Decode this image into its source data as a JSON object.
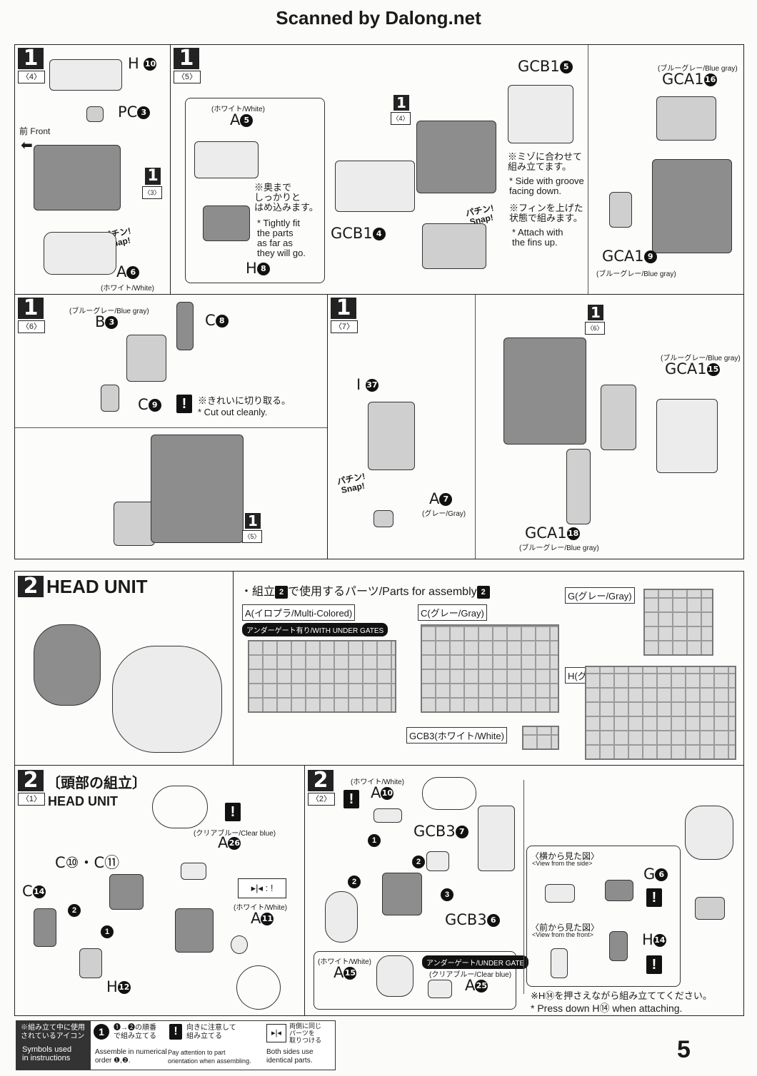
{
  "header": {
    "scan_credit": "Scanned by Dalong.net"
  },
  "page_number": "5",
  "snap": {
    "ja": "パチン!",
    "en": "Snap!"
  },
  "step1_4": {
    "step": "1",
    "sub": "〈4〉",
    "h10": "H",
    "pc3": "PC",
    "front_ja": "前",
    "front_en": "Front",
    "ref_step": "1",
    "ref_sub": "〈3〉",
    "a6": "A",
    "a6_color": "(ホワイト/White)"
  },
  "step1_5": {
    "step": "1",
    "sub": "〈5〉",
    "a5_color": "(ホワイト/White)",
    "a5": "A",
    "h8": "H",
    "note_ja": "※奥まで\nしっかりと\nはめ込みます。",
    "note_en": "* Tightly fit\nthe parts\nas far as\nthey will go.",
    "gcb15": "GCB1",
    "gcb14": "GCB1",
    "ref_step": "1",
    "ref_sub": "〈4〉",
    "groove_ja": "※ミゾに合わせて\n組み立てます。",
    "groove_en": "* Side with groove\nfacing down.",
    "fins_ja": "※フィンを上げた\n状態で組みます。",
    "fins_en": "* Attach with\nthe fins up.",
    "gca116_color": "(ブルーグレー/Blue gray)",
    "gca116": "GCA1",
    "gca19": "GCA1",
    "gca19_color": "(ブルーグレー/Blue gray)"
  },
  "step1_6": {
    "step": "1",
    "sub": "〈6〉",
    "b3_color": "(ブルーグレー/Blue gray)",
    "b3": "B",
    "c8": "C",
    "c9": "C",
    "cut_ja": "※きれいに切り取る。",
    "cut_en": "* Cut out cleanly.",
    "ref_step": "1",
    "ref_sub": "〈5〉"
  },
  "step1_7": {
    "step": "1",
    "sub": "〈7〉",
    "i37": "I",
    "a7": "A",
    "a7_color": "(グレー/Gray)",
    "ref_step": "1",
    "ref_sub": "〈6〉",
    "gca115_color": "(ブルーグレー/Blue gray)",
    "gca115": "GCA1",
    "gca118": "GCA1",
    "gca118_color": "(ブルーグレー/Blue gray)"
  },
  "head_unit": {
    "step": "2",
    "title": "HEAD UNIT"
  },
  "parts_list": {
    "title_pre": "・組立",
    "title_mid": "で使用するパーツ/Parts for assembly",
    "runners": {
      "a": "A(イロプラ/Multi-Colored)",
      "a_tag": "アンダーゲート有り/WITH UNDER GATES",
      "c": "C(グレー/Gray)",
      "g": "G(グレー/Gray)",
      "h": "H(グレー/Gray)",
      "gcb3": "GCB3(ホワイト/White)"
    }
  },
  "step2_1": {
    "step": "2",
    "sub": "〈1〉",
    "title_ja": "〔頭部の組立〕",
    "title_en": "HEAD UNIT",
    "c10c11": "C⑩・C⑪",
    "c14": "C",
    "h12": "H",
    "a26_color": "(クリアブルー/Clear blue)",
    "a26": "A",
    "a11_color": "(ホワイト/White)",
    "a11": "A"
  },
  "step2_2": {
    "step": "2",
    "sub": "〈2〉",
    "a10_color": "(ホワイト/White)",
    "a10": "A",
    "gcb37": "GCB3",
    "gcb36": "GCB3",
    "a15_color": "(ホワイト/White)",
    "a15": "A",
    "under_gate": "アンダーゲート/UNDER GATE",
    "a25_color": "(クリアブルー/Clear blue)",
    "a25": "A",
    "side_ja": "〈横から見た図〉",
    "side_en": "<View from the side>",
    "front_ja": "〈前から見た図〉",
    "front_en": "<View from the front>",
    "g6": "G",
    "h14": "H",
    "press_ja": "※H⑭を押さえながら組み立ててください。",
    "press_en": "* Press down H⑭ when attaching."
  },
  "legend": {
    "title_ja": "※組み立て中に使用\nされているアイコン",
    "title_en": "Symbols used\nin instructions",
    "num_ja": "❶→❷の順番\nで組み立てる",
    "num_en": "Assemble in numerical\norder ❶,❷.",
    "orient_ja": "向きに注意して\n組み立てる",
    "orient_en": "Pay attention to part\norientation when assembling.",
    "both_ja": "両側に同じ\nパーツを\n取りつける",
    "both_en": "Both sides use\nidentical parts."
  }
}
